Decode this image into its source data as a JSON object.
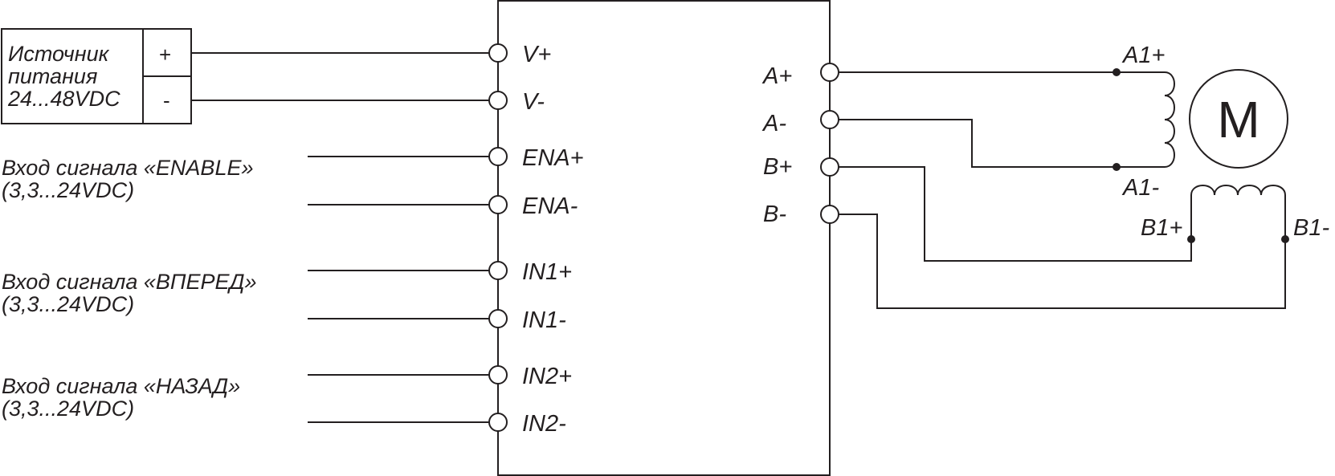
{
  "power_source": {
    "label_lines": [
      "Источник",
      "питания",
      "24...48VDC"
    ],
    "plus": "+",
    "minus": "-"
  },
  "inputs": [
    {
      "lines": [
        "Вход сигнала «ENABLE»",
        "(3,3...24VDC)"
      ]
    },
    {
      "lines": [
        "Вход сигнала «ВПЕРЕД»",
        "(3,3...24VDC)"
      ]
    },
    {
      "lines": [
        "Вход сигнала «НАЗАД»",
        "(3,3...24VDC)"
      ]
    }
  ],
  "driver": {
    "left_terminals": [
      "V+",
      "V-",
      "ENA+",
      "ENA-",
      "IN1+",
      "IN1-",
      "IN2+",
      "IN2-"
    ],
    "right_terminals": [
      "A+",
      "A-",
      "B+",
      "B-"
    ]
  },
  "motor": {
    "symbol": "M",
    "coil_a_labels": [
      "A1+",
      "A1-"
    ],
    "coil_b_labels": [
      "B1+",
      "B1-"
    ]
  }
}
